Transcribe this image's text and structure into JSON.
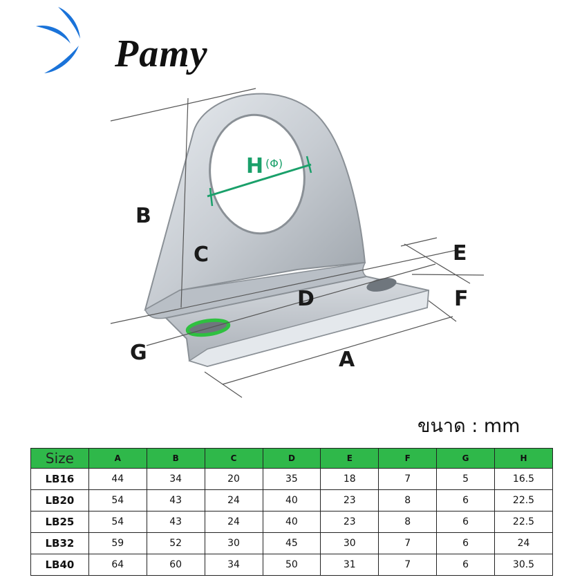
{
  "brand": {
    "name": "Pamy",
    "logo_mark": "blue-swoosh-logo-mark",
    "accent": "#1a73d9"
  },
  "diagram": {
    "labels": {
      "a": "A",
      "b": "B",
      "c": "C",
      "d": "D",
      "e": "E",
      "f": "F",
      "g": "G",
      "h": "H",
      "h_symbol": "(Φ)"
    },
    "h_color": "#1aa06a",
    "g_highlight": "#2fc040"
  },
  "unit_note": "ขนาด : mm",
  "table": {
    "header_color": "#2fb84a",
    "columns": [
      "Size",
      "A",
      "B",
      "C",
      "D",
      "E",
      "F",
      "G",
      "H"
    ],
    "rows": [
      [
        "LB16",
        "44",
        "34",
        "20",
        "35",
        "18",
        "7",
        "5",
        "16.5"
      ],
      [
        "LB20",
        "54",
        "43",
        "24",
        "40",
        "23",
        "8",
        "6",
        "22.5"
      ],
      [
        "LB25",
        "54",
        "43",
        "24",
        "40",
        "23",
        "8",
        "6",
        "22.5"
      ],
      [
        "LB32",
        "59",
        "52",
        "30",
        "45",
        "30",
        "7",
        "6",
        "24"
      ],
      [
        "LB40",
        "64",
        "60",
        "34",
        "50",
        "31",
        "7",
        "6",
        "30.5"
      ]
    ]
  }
}
